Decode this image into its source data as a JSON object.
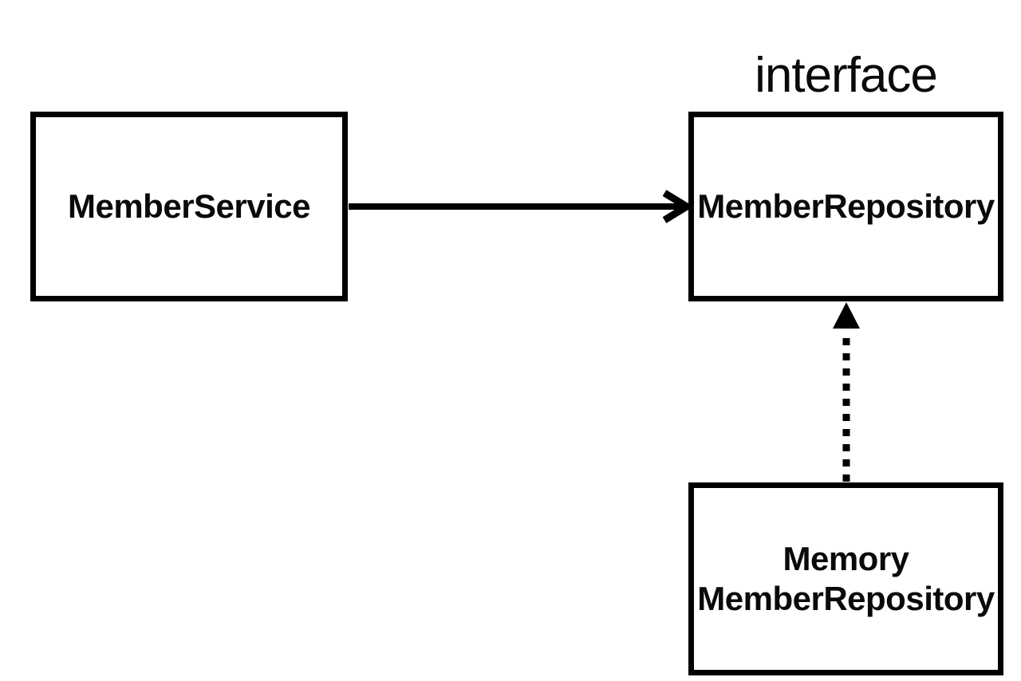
{
  "diagram": {
    "type": "uml-dependency-diagram",
    "theme": {
      "background_color": "#ffffff",
      "stroke_color": "#000000",
      "text_color": "#0a0a0a"
    },
    "nodes": {
      "member_service": {
        "label": "MemberService"
      },
      "member_repository": {
        "stereotype": "interface",
        "label": "MemberRepository"
      },
      "memory_member_repository": {
        "label_line1": "Memory",
        "label_line2": "MemberRepository"
      }
    },
    "edges": [
      {
        "from": "member_service",
        "to": "member_repository",
        "style": "solid",
        "arrowhead": "open-chevron",
        "meaning": "dependency"
      },
      {
        "from": "memory_member_repository",
        "to": "member_repository",
        "style": "dotted",
        "arrowhead": "filled-triangle",
        "meaning": "implements"
      }
    ]
  }
}
